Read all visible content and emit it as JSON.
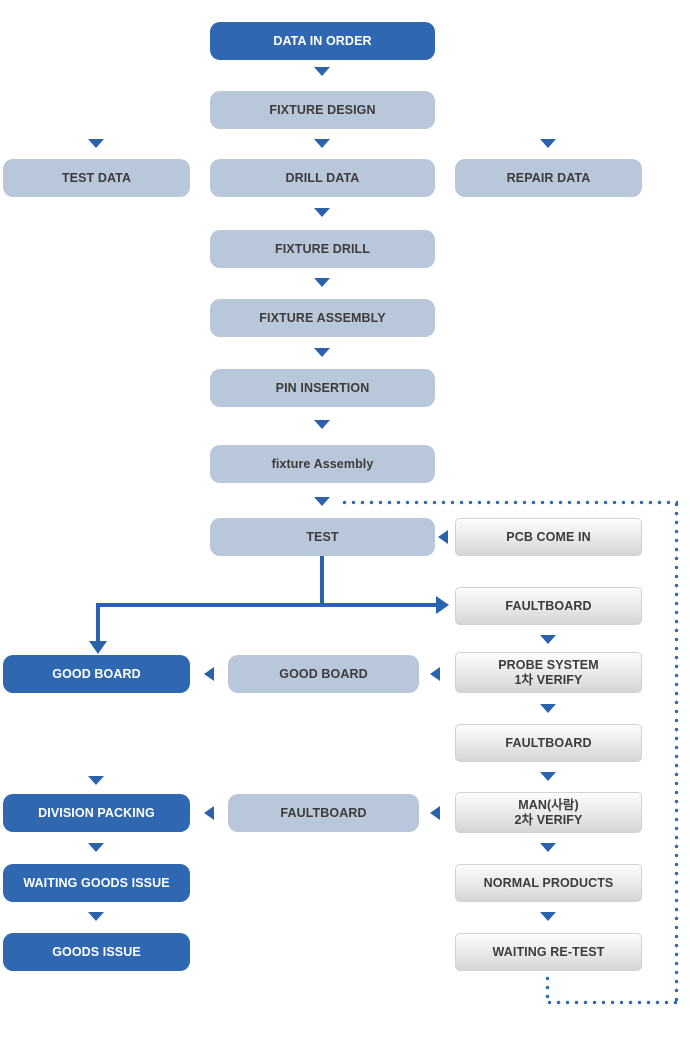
{
  "diagram": {
    "type": "flowchart",
    "colors": {
      "primary_blue": "#2f68b0",
      "light_blue": "#b8c7d9",
      "arrow_blue": "#2a63ac",
      "gradient_box_top": "#fcfcfc",
      "gradient_box_bottom": "#d5d5d5",
      "text_dark": "#3c3c3c",
      "text_light": "#ffffff"
    },
    "nodes": {
      "data_in_order": "DATA IN ORDER",
      "fixture_design": "FIXTURE DESIGN",
      "test_data": "TEST DATA",
      "drill_data": "DRILL DATA",
      "repair_data": "REPAIR DATA",
      "fixture_drill": "FIXTURE DRILL",
      "fixture_assembly": "FIXTURE ASSEMBLY",
      "pin_insertion": "PIN INSERTION",
      "fixture_assembly_2": "fixture Assembly",
      "test": "TEST",
      "pcb_come_in": "PCB COME IN",
      "faultboard_1": "FAULTBOARD",
      "good_board_left": "GOOD BOARD",
      "good_board_mid": "GOOD BOARD",
      "probe_system_line1": "PROBE SYSTEM",
      "probe_system_line2": "1차 VERIFY",
      "faultboard_2": "FAULTBOARD",
      "division_packing": "DIVISION PACKING",
      "faultboard_mid": "FAULTBOARD",
      "man_verify_line1": "MAN(사람)",
      "man_verify_line2": "2차 VERIFY",
      "normal_products": "NORMAL PRODUCTS",
      "waiting_goods_issue": "WAITING GOODS ISSUE",
      "goods_issue": "GOODS ISSUE",
      "waiting_re_test": "WAITING RE-TEST"
    }
  }
}
